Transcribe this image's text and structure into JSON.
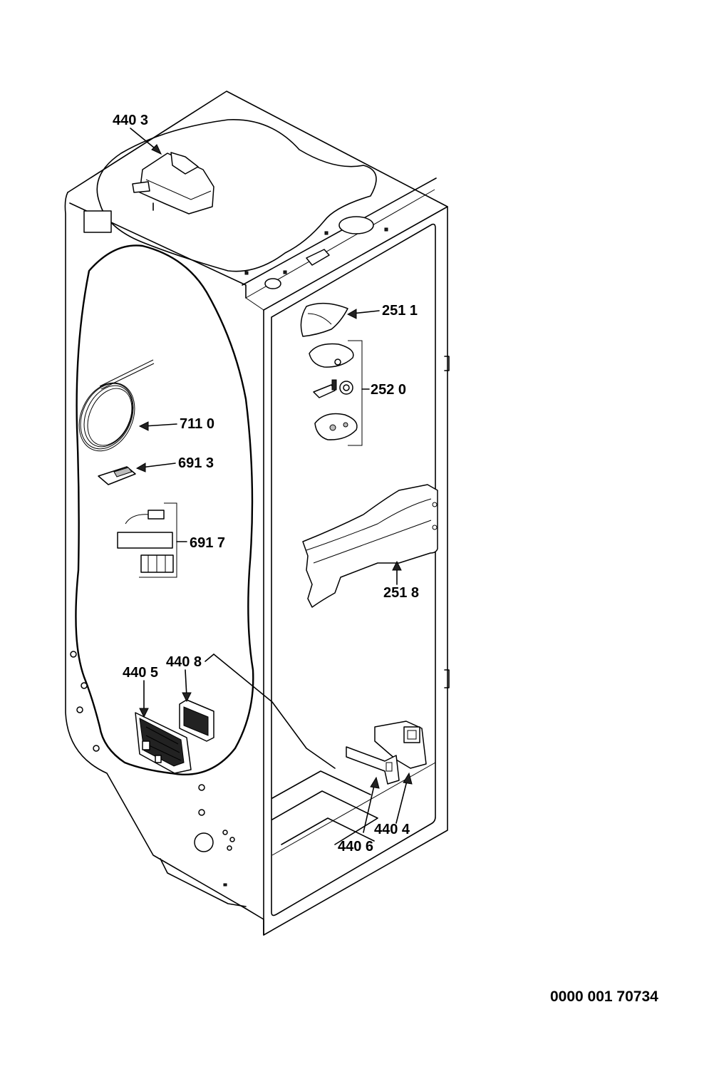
{
  "diagram": {
    "callouts": [
      {
        "id": "440-3",
        "label": "440 3"
      },
      {
        "id": "251-1",
        "label": "251 1"
      },
      {
        "id": "252-0",
        "label": "252 0"
      },
      {
        "id": "711-0",
        "label": "711 0"
      },
      {
        "id": "691-3",
        "label": "691 3"
      },
      {
        "id": "691-7",
        "label": "691 7"
      },
      {
        "id": "251-8",
        "label": "251 8"
      },
      {
        "id": "440-5",
        "label": "440 5"
      },
      {
        "id": "440-8",
        "label": "440 8"
      },
      {
        "id": "440-4",
        "label": "440 4"
      },
      {
        "id": "440-6",
        "label": "440 6"
      }
    ],
    "document_number": "0000 001 70734"
  }
}
